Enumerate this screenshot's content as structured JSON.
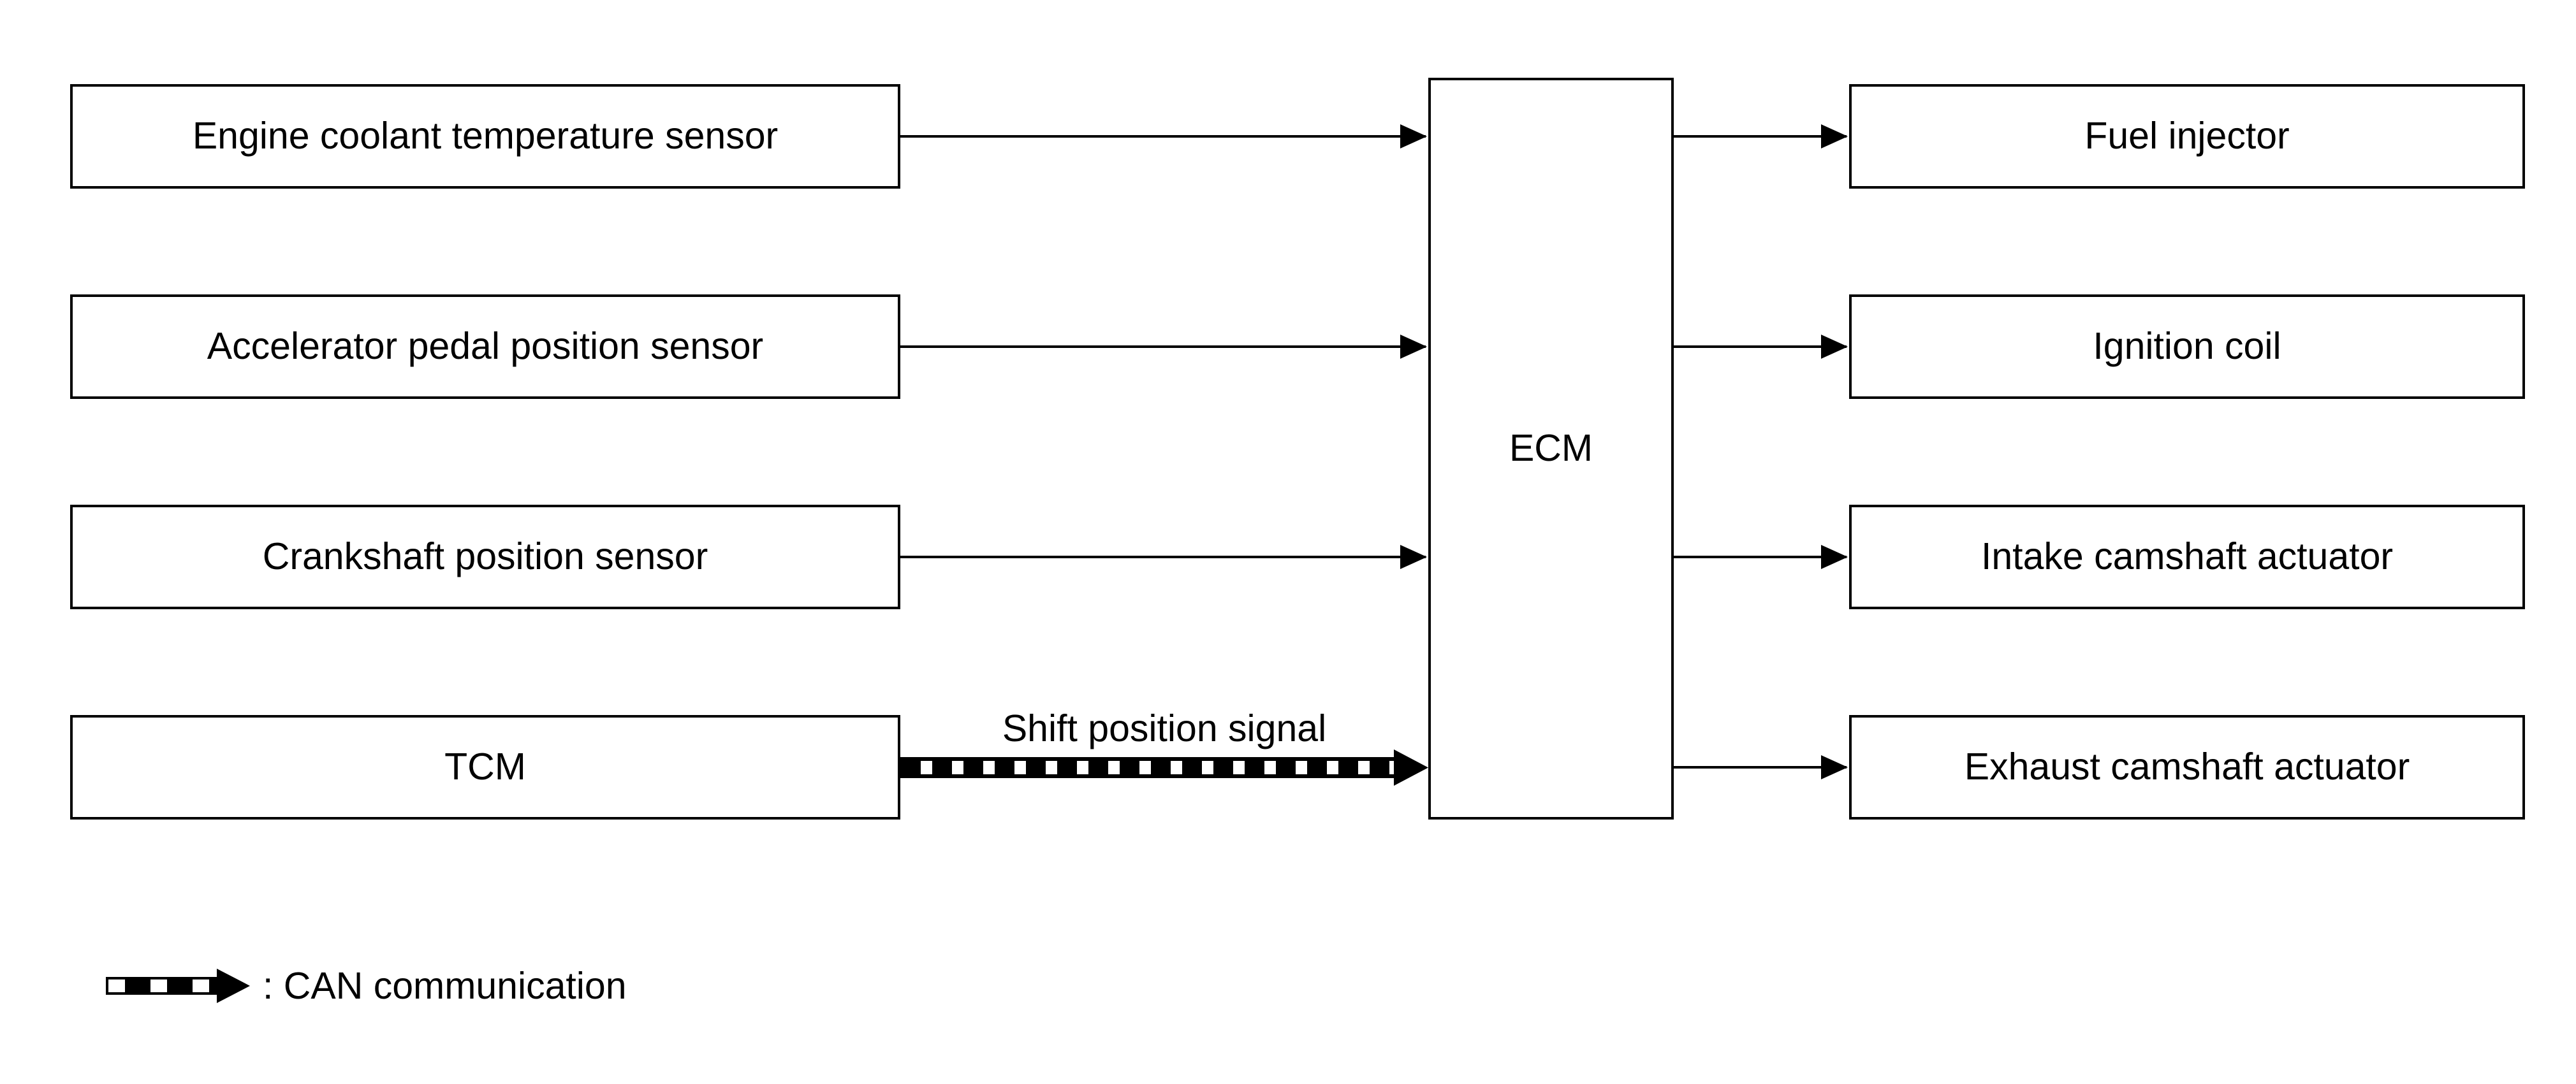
{
  "diagram": {
    "title_hint": "ECM input/output block diagram",
    "controller": {
      "label": "ECM"
    },
    "inputs": [
      {
        "label": "Engine coolant temperature sensor",
        "link": "solid-arrow"
      },
      {
        "label": "Accelerator pedal position sensor",
        "link": "solid-arrow"
      },
      {
        "label": "Crankshaft position sensor",
        "link": "solid-arrow"
      },
      {
        "label": "TCM",
        "link": "can-striped-arrow",
        "signal": "Shift position signal"
      }
    ],
    "outputs": [
      {
        "label": "Fuel injector",
        "link": "solid-arrow"
      },
      {
        "label": "Ignition coil",
        "link": "solid-arrow"
      },
      {
        "label": "Intake camshaft actuator",
        "link": "solid-arrow"
      },
      {
        "label": "Exhaust camshaft actuator",
        "link": "solid-arrow"
      }
    ],
    "can_signal_label": "Shift position signal",
    "legend": {
      "icon": "can-striped-arrow-icon",
      "label": ": CAN communication"
    },
    "colors": {
      "line": "#000000",
      "text": "#000000",
      "box_fill": "#ffffff",
      "background": "#ffffff"
    }
  }
}
